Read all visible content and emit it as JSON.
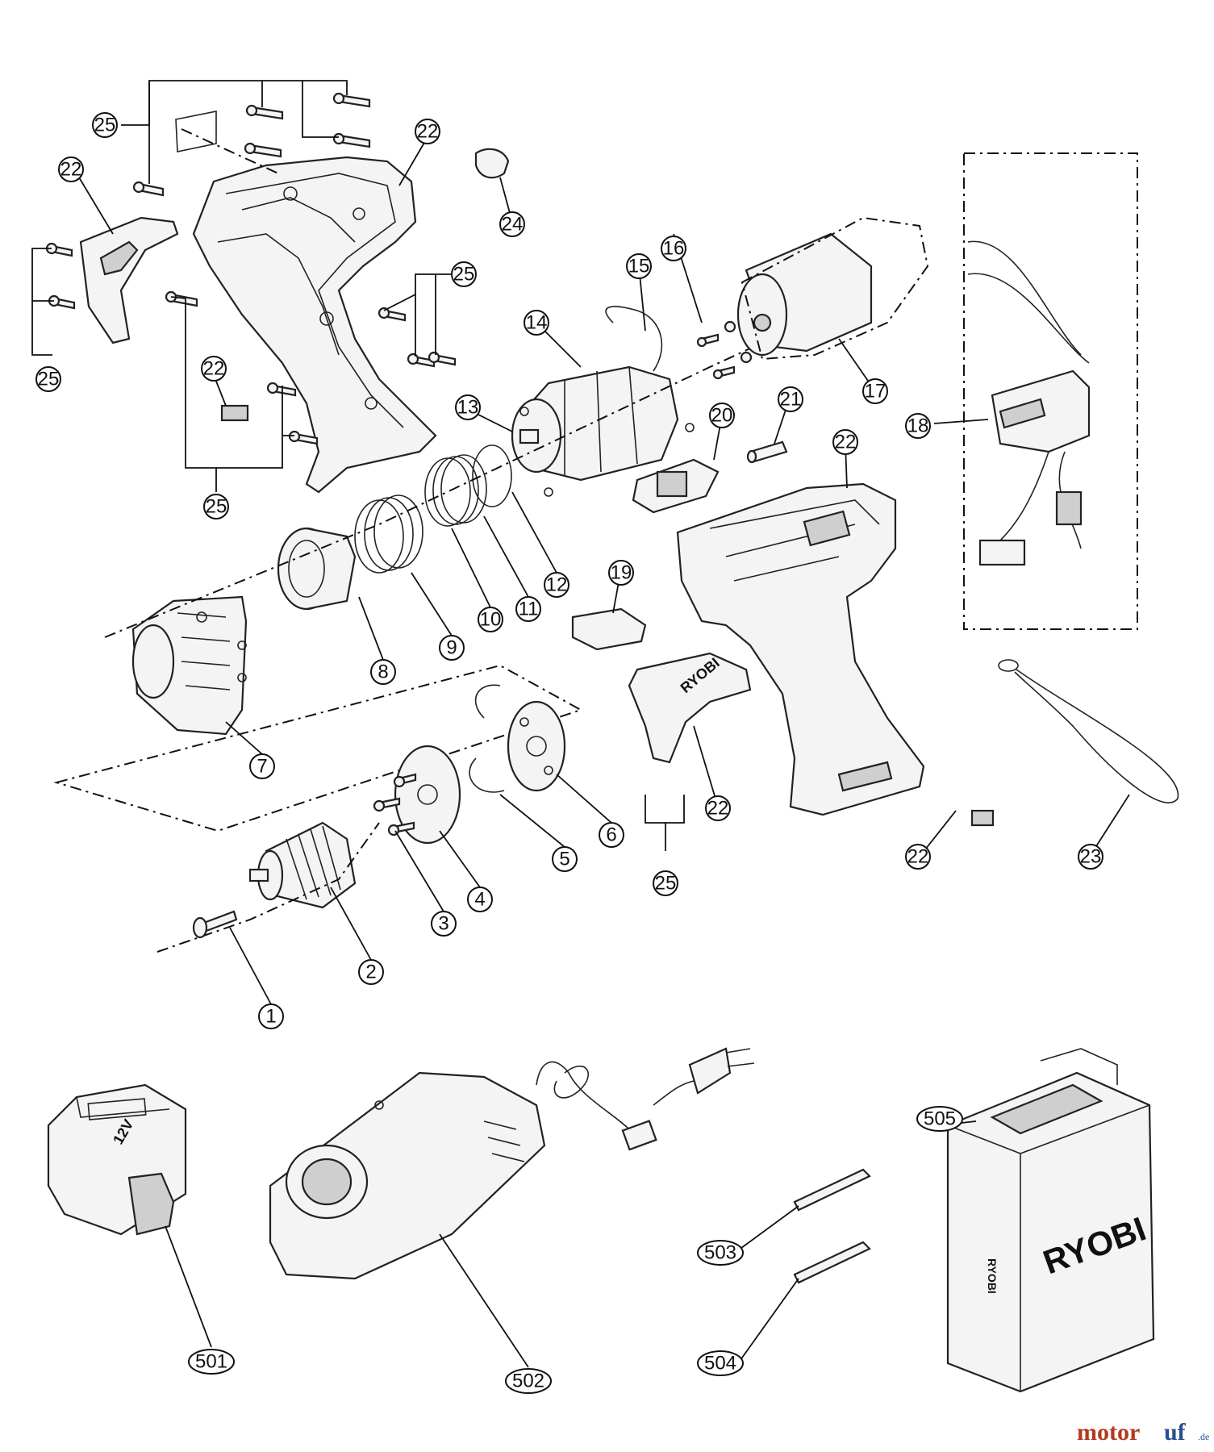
{
  "callouts": {
    "c1": "1",
    "c2": "2",
    "c3": "3",
    "c4": "4",
    "c5": "5",
    "c6": "6",
    "c7": "7",
    "c8": "8",
    "c9": "9",
    "c10": "10",
    "c11": "11",
    "c12": "12",
    "c13": "13",
    "c14": "14",
    "c15": "15",
    "c16": "16",
    "c17": "17",
    "c18": "18",
    "c19": "19",
    "c20": "20",
    "c21": "21",
    "c22": "22",
    "c23": "23",
    "c24": "24",
    "c25": "25",
    "c501": "501",
    "c502": "502",
    "c503": "503",
    "c504": "504",
    "c505": "505"
  },
  "labels": {
    "housing_brand": "RYOBI",
    "case_brand": "RYOBI",
    "case_side_brand": "RYOBI",
    "battery_voltage": "12V"
  },
  "watermark": {
    "part1": "motor",
    "part2": "uf",
    "suffix": ".de"
  },
  "colors": {
    "watermark_red": "#b33a1e",
    "watermark_blue": "#2a4f8f"
  }
}
